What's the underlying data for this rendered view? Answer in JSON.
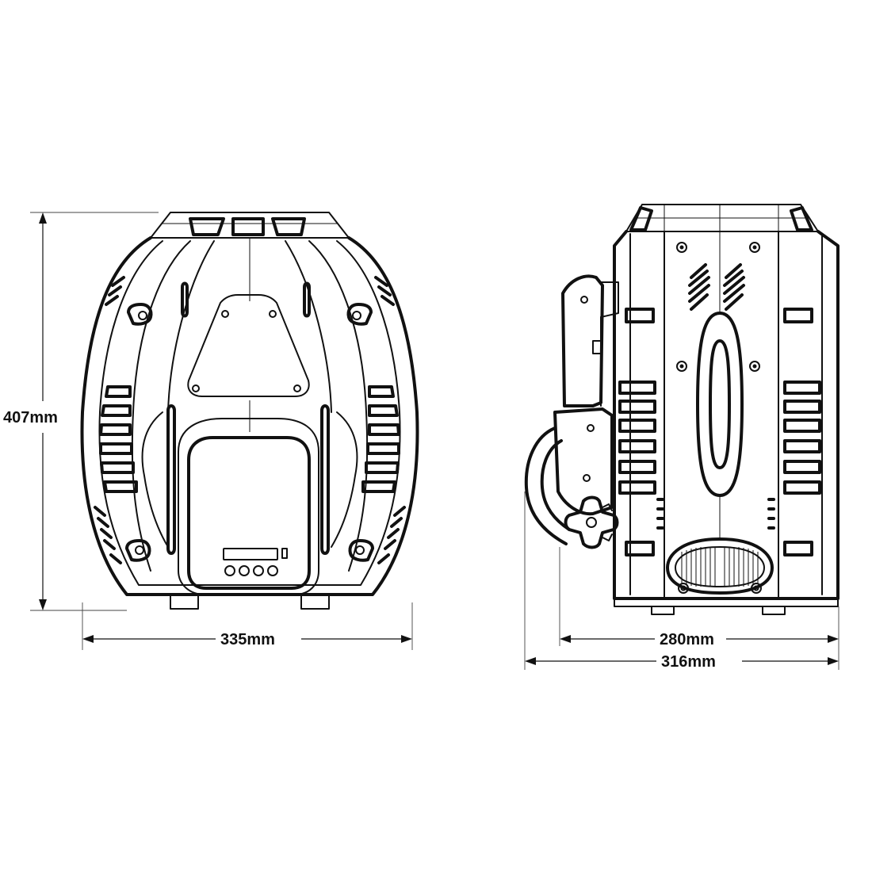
{
  "dimensions": {
    "front_height": "407mm",
    "front_width": "335mm",
    "side_width_body": "280mm",
    "side_width_total": "316mm"
  },
  "colors": {
    "line": "#111111",
    "background": "#ffffff"
  }
}
